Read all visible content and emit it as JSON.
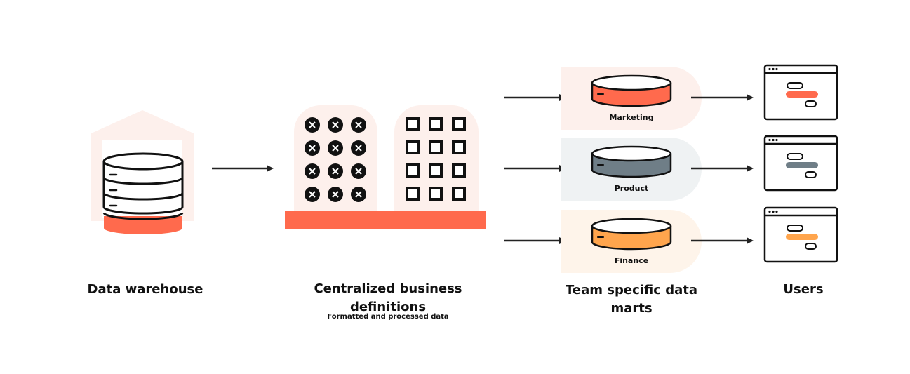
{
  "warehouse": {
    "label": "Data warehouse"
  },
  "definitions": {
    "label": "Centralized business definitions",
    "sublabel": "Formatted and processed data"
  },
  "marts": {
    "label": "Team specific data marts",
    "items": [
      {
        "name": "Marketing",
        "color": "#ff6a4d",
        "bg": "#fdf0ec"
      },
      {
        "name": "Product",
        "color": "#6f7e87",
        "bg": "#eff2f3"
      },
      {
        "name": "Finance",
        "color": "#ffa54d",
        "bg": "#fef4ea"
      }
    ]
  },
  "users": {
    "label": "Users"
  },
  "colors": {
    "accent": "#ff6a4d",
    "stroke": "#111111",
    "panel": "#fdf0ec"
  }
}
